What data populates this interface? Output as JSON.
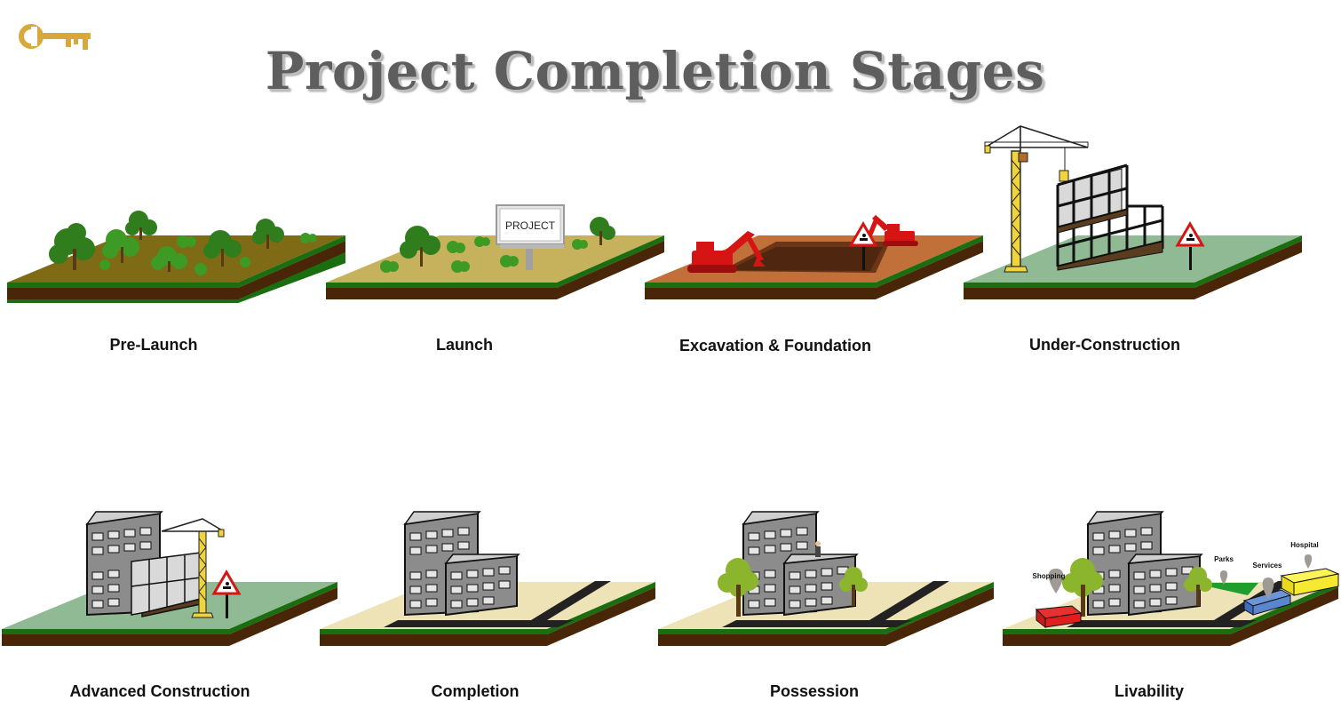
{
  "title": "Project Completion Stages",
  "logo_icon": "key-icon",
  "stages": [
    {
      "label": "Pre-Launch"
    },
    {
      "label": "Launch",
      "sign": "PROJECT"
    },
    {
      "label": "Excavation & Foundation"
    },
    {
      "label": "Under-Construction"
    },
    {
      "label": "Advanced Construction"
    },
    {
      "label": "Completion"
    },
    {
      "label": "Possession"
    },
    {
      "label": "Livability",
      "markers": [
        "Shopping",
        "Parks",
        "Services",
        "Hospital"
      ]
    }
  ],
  "colors": {
    "soil": "#4a2608",
    "grass_edge": "#1a6e10",
    "pre_launch_ground": "#7f6a15",
    "launch_ground": "#c6b25c",
    "excavation_ground": "#c2703a",
    "construction_ground": "#8fba94",
    "sand_ground": "#eee2b7",
    "machinery": "#d61414",
    "crane": "#f0d43c",
    "key": "#d8a93a"
  }
}
